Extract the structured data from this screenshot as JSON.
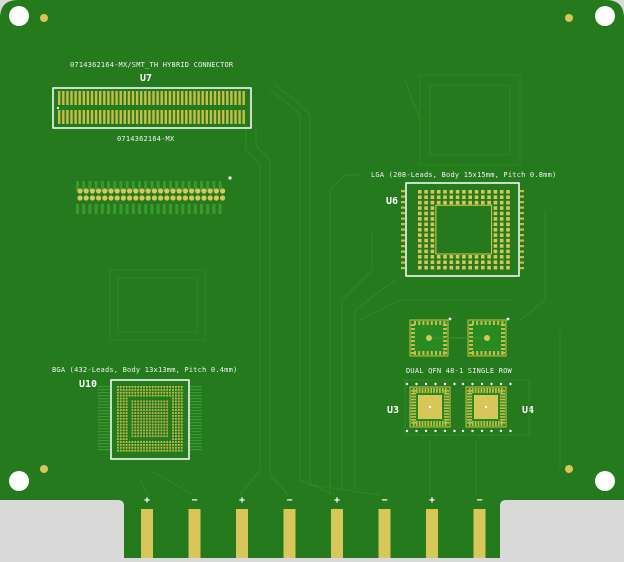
{
  "colors": {
    "board": "#247a1d",
    "board_dark": "#1d6a17",
    "trace": "#2e8a26",
    "copper": "#c9bd4a",
    "gold": "#d8c65a",
    "silk": "#ffffff",
    "hole": "#ffffff",
    "background": "#d9d9d9"
  },
  "connector": {
    "title": "0714362164-MX/SMT_TH HYBRID CONNECTOR",
    "refdes": "U7",
    "part_label": "0714362164-MX"
  },
  "lga": {
    "title": "LGA (208-Leads, Body 15x15mm, Pitch 0.8mm)",
    "refdes": "U6"
  },
  "bga": {
    "title": "BGA (432-Leads, Body 13x13mm, Pitch 0.4mm)",
    "refdes": "U10"
  },
  "qfn": {
    "title": "DUAL QFN 48-1 SINGLE ROW",
    "left_refdes": "U3",
    "right_refdes": "U4"
  },
  "edge_connector": {
    "polarity_marks": [
      "+",
      "−",
      "+",
      "−",
      "+",
      "−",
      "+",
      "−"
    ]
  }
}
